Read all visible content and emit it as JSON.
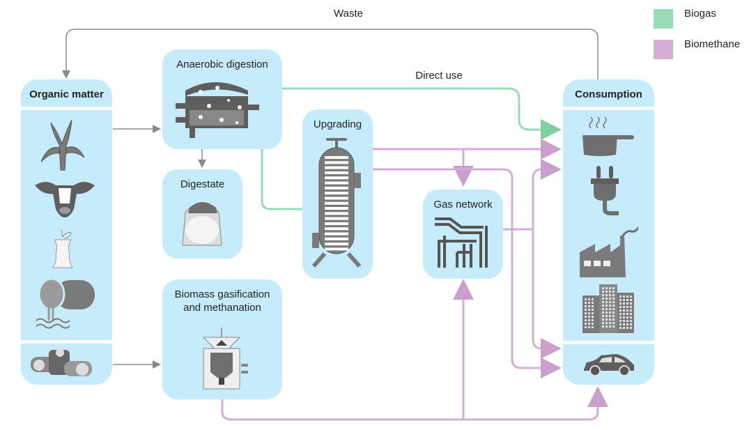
{
  "legend": {
    "items": [
      {
        "label": "Biogas",
        "color": "#98dbb8"
      },
      {
        "label": "Biomethane",
        "color": "#d2add4"
      }
    ]
  },
  "flows": {
    "waste_label": "Waste",
    "direct_use_label": "Direct use"
  },
  "nodes": {
    "organic_matter": {
      "title": "Organic matter",
      "icons": [
        "corn-plant-icon",
        "cow-icon",
        "apple-core-icon",
        "sewage-pipe-icon",
        "wood-logs-icon"
      ]
    },
    "anaerobic_digestion": {
      "title": "Anaerobic digestion",
      "icon": "digester-tank-icon"
    },
    "digestate": {
      "title": "Digestate",
      "icon": "fertilizer-sack-icon"
    },
    "upgrading": {
      "title": "Upgrading",
      "icon": "upgrading-column-icon"
    },
    "gas_network": {
      "title": "Gas network",
      "icon": "pipeline-icon"
    },
    "gasification": {
      "title_line1": "Biomass gasification",
      "title_line2": "and methanation",
      "icon": "gasifier-icon"
    },
    "consumption": {
      "title": "Consumption",
      "icons": [
        "cooking-pot-icon",
        "electric-plug-icon",
        "factory-icon",
        "buildings-icon",
        "car-icon"
      ]
    }
  },
  "colors": {
    "box_fill": "#c6ecfb",
    "biogas": "#98dbb8",
    "biomethane": "#d2add4",
    "grey_flow": "#8a8a8a",
    "icon_grey": "#6e6e6e"
  }
}
